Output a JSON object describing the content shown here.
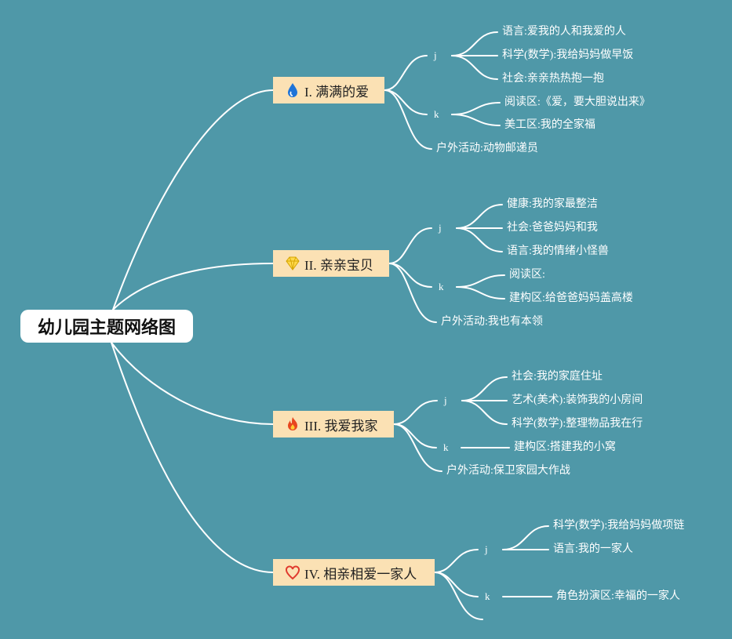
{
  "root": {
    "label": "幼儿园主题网络图"
  },
  "topics": [
    {
      "label": "I. 满满的爱",
      "icon": "drop-icon",
      "groups": [
        {
          "label": "j",
          "items": [
            "语言:爱我的人和我爱的人",
            "科学(数学):我给妈妈做早饭",
            "社会:亲亲热热抱一抱"
          ]
        },
        {
          "label": "k",
          "items": [
            "阅读区:《爱，要大胆说出来》",
            "美工区:我的全家福"
          ]
        }
      ],
      "outdoor": "户外活动:动物邮递员"
    },
    {
      "label": "II. 亲亲宝贝",
      "icon": "diamond-icon",
      "groups": [
        {
          "label": "j",
          "items": [
            "健康:我的家最整洁",
            "社会:爸爸妈妈和我",
            "语言:我的情绪小怪兽"
          ]
        },
        {
          "label": "k",
          "items": [
            "阅读区:",
            "建构区:给爸爸妈妈盖高楼"
          ]
        }
      ],
      "outdoor": "户外活动:我也有本领"
    },
    {
      "label": "III. 我爱我家",
      "icon": "fire-icon",
      "groups": [
        {
          "label": "j",
          "items": [
            "社会:我的家庭住址",
            "艺术(美术):装饰我的小房间",
            "科学(数学):整理物品我在行"
          ]
        },
        {
          "label": "k",
          "items": [
            "建构区:搭建我的小窝"
          ]
        }
      ],
      "outdoor": "户外活动:保卫家园大作战"
    },
    {
      "label": "IV. 相亲相爱一家人",
      "icon": "heart-icon",
      "groups": [
        {
          "label": "j",
          "items": [
            "科学(数学):我给妈妈做项链",
            "语言:我的一家人"
          ]
        },
        {
          "label": "k",
          "items": [
            "角色扮演区:幸福的一家人"
          ]
        }
      ],
      "outdoor": ""
    }
  ]
}
